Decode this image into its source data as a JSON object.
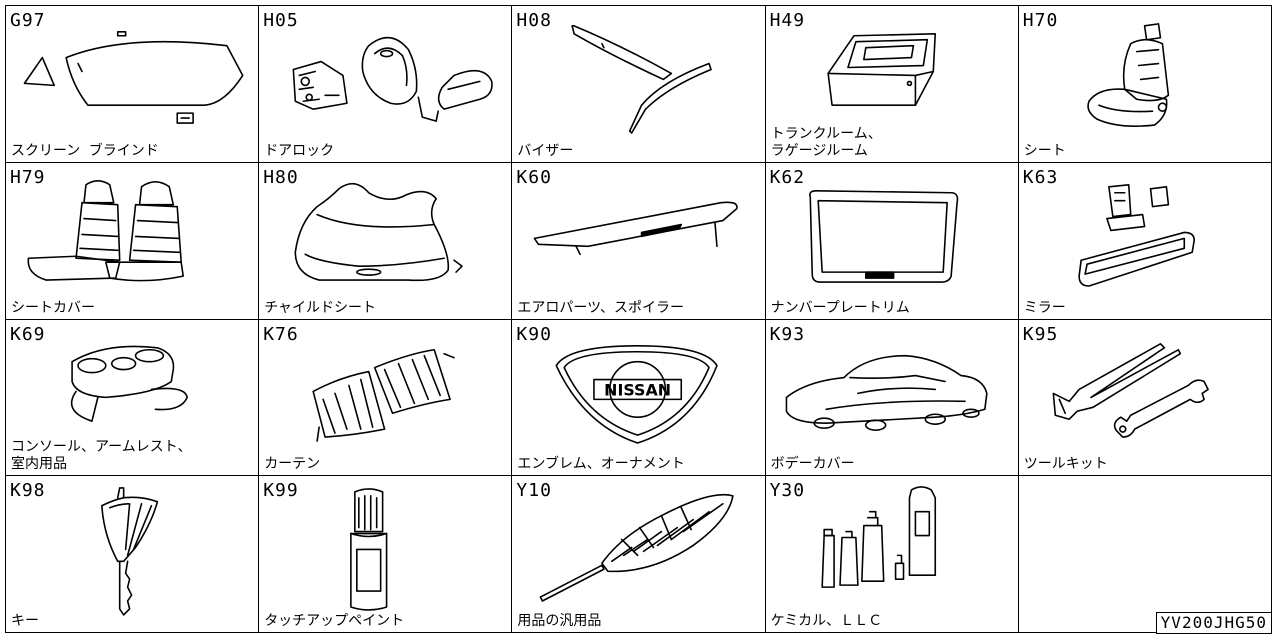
{
  "diagram_id": "YV200JHG50",
  "cells": [
    {
      "code": "G97",
      "label": "スクリーン ブラインド",
      "icon": "windshield-blind-icon"
    },
    {
      "code": "H05",
      "label": "ドアロック",
      "icon": "door-lock-icon"
    },
    {
      "code": "H08",
      "label": "バイザー",
      "icon": "visor-icon"
    },
    {
      "code": "H49",
      "label": "トランクルーム、\nラゲージルーム",
      "icon": "trunk-box-icon"
    },
    {
      "code": "H70",
      "label": "シート",
      "icon": "seat-icon"
    },
    {
      "code": "H79",
      "label": "シートカバー",
      "icon": "seat-cover-icon"
    },
    {
      "code": "H80",
      "label": "チャイルドシート",
      "icon": "child-seat-icon"
    },
    {
      "code": "K60",
      "label": "エアロパーツ、スポイラー",
      "icon": "spoiler-icon"
    },
    {
      "code": "K62",
      "label": "ナンバープレートリム",
      "icon": "plate-rim-icon"
    },
    {
      "code": "K63",
      "label": "ミラー",
      "icon": "mirror-icon"
    },
    {
      "code": "K69",
      "label": "コンソール、アームレスト、\n室内用品",
      "icon": "console-icon"
    },
    {
      "code": "K76",
      "label": "カーテン",
      "icon": "curtain-icon"
    },
    {
      "code": "K90",
      "label": "エンブレム、オーナメント",
      "icon": "emblem-icon",
      "emblem_text": "NISSAN"
    },
    {
      "code": "K93",
      "label": "ボデーカバー",
      "icon": "car-cover-icon"
    },
    {
      "code": "K95",
      "label": "ツールキット",
      "icon": "tool-kit-icon"
    },
    {
      "code": "K98",
      "label": "キー",
      "icon": "key-icon"
    },
    {
      "code": "K99",
      "label": "タッチアップペイント",
      "icon": "touch-up-paint-icon"
    },
    {
      "code": "Y10",
      "label": "用品の汎用品",
      "icon": "duster-icon"
    },
    {
      "code": "Y30",
      "label": "ケミカル、ＬＬＣ",
      "icon": "chemical-bottles-icon"
    },
    {
      "code": "",
      "label": "",
      "icon": ""
    }
  ]
}
